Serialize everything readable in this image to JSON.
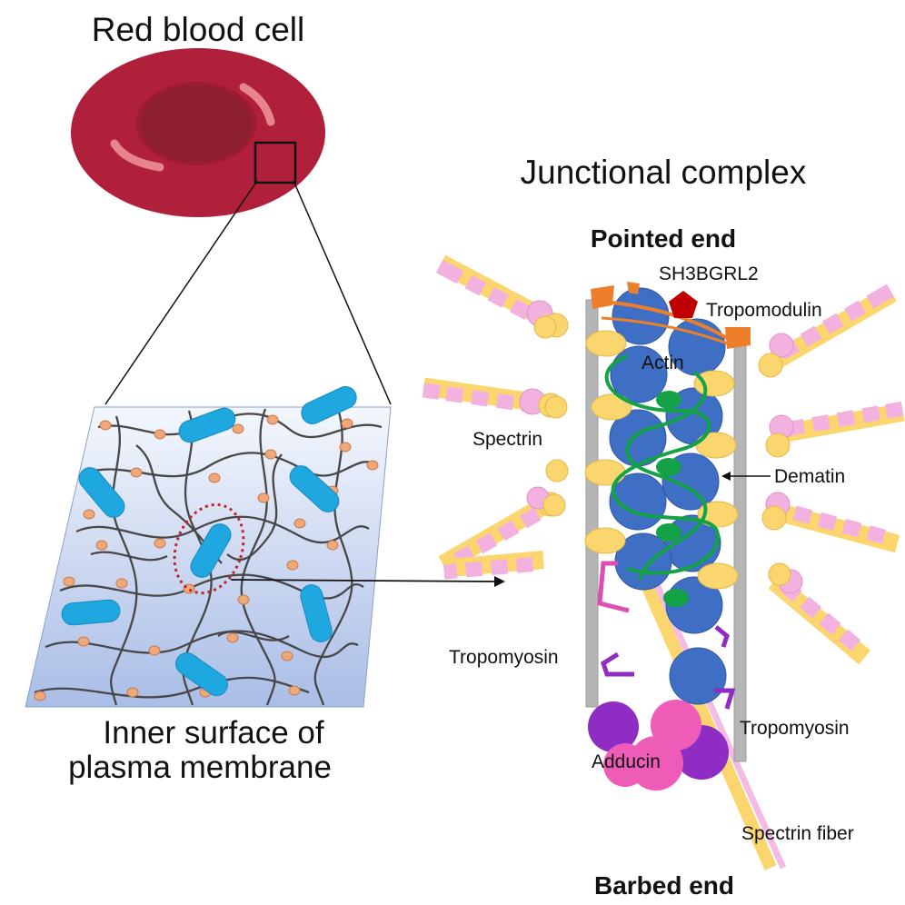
{
  "labels": {
    "red_blood_cell": "Red blood cell",
    "junctional_complex": "Junctional complex",
    "pointed_end": "Pointed end",
    "barbed_end": "Barbed end",
    "inner_surface_line1": "Inner surface of",
    "inner_surface_line2": "plasma membrane",
    "sh3bgrl2": "SH3BGRL2",
    "tropomodulin": "Tropomodulin",
    "actin": "Actin",
    "spectrin": "Spectrin",
    "dematin": "Dematin",
    "tropomyosin_left": "Tropomyosin",
    "tropomyosin_right": "Tropomyosin",
    "adducin": "Adducin",
    "spectrin_fiber": "Spectrin fiber"
  },
  "colors": {
    "rbc_outer": "#b0203a",
    "rbc_inner": "#8e1f30",
    "membrane_top": "#f4f7fd",
    "membrane_bottom": "#a9bde6",
    "complex_node": "#1fa8e0",
    "junction_dot": "#f0a878",
    "actin": "#3f6fc4",
    "dematin": "#13a245",
    "tropomodulin": "#ee7f2a",
    "sh3bgrl2": "#c00000",
    "spectrin_yellow": "#fbd56e",
    "spectrin_pink": "#f3b1e0",
    "tropomyosin_rod": "#b5b5b5",
    "adducin_purple": "#8e2cc4",
    "adducin_pink": "#ee5cb8"
  }
}
